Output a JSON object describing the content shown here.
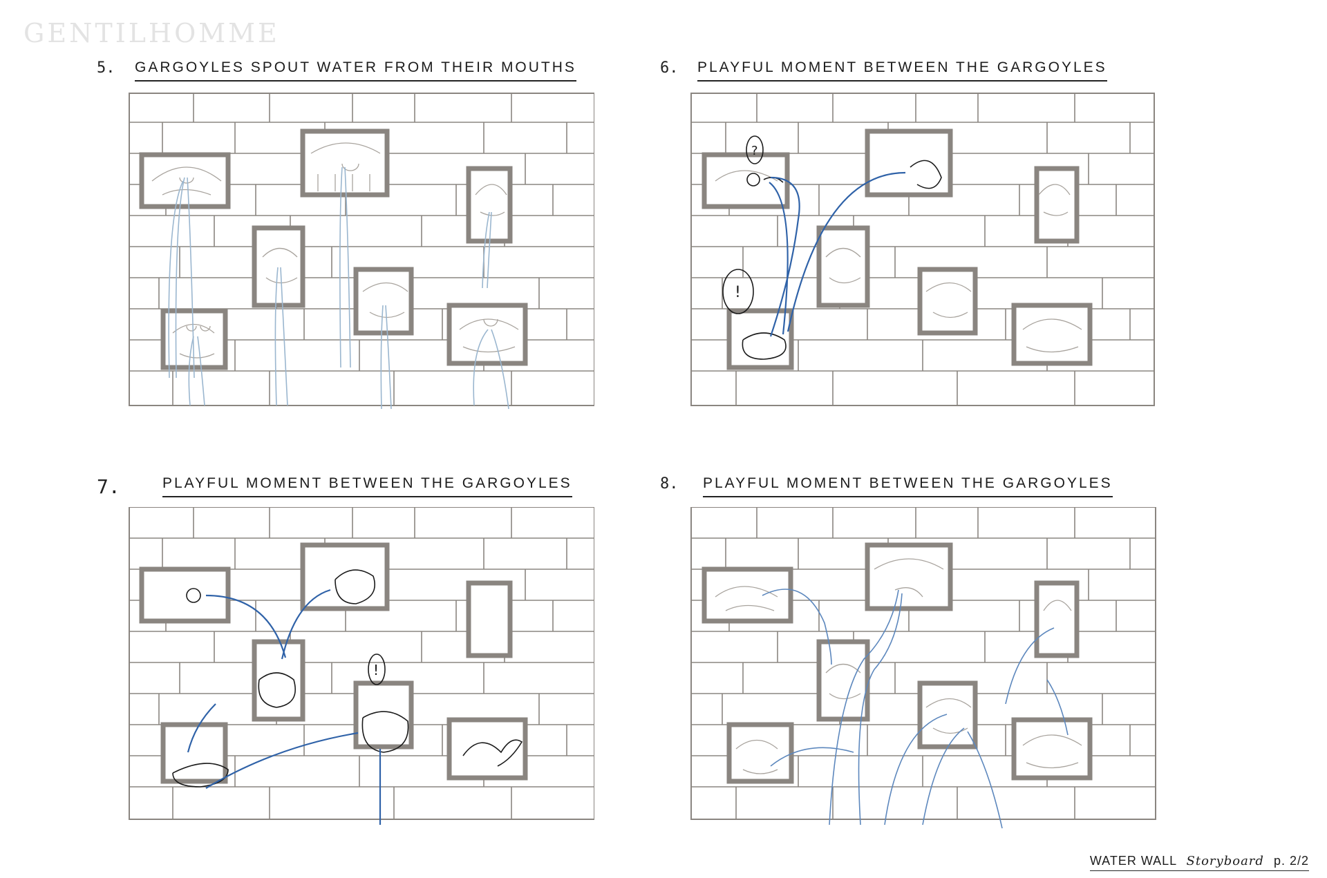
{
  "brand": "GENTILHOMME",
  "panels": [
    {
      "number": "5.",
      "caption": "GARGOYLES SPOUT WATER FROM THEIR MOUTHS"
    },
    {
      "number": "6.",
      "caption": "PLAYFUL MOMENT BETWEEN THE GARGOYLES"
    },
    {
      "number": "7.",
      "caption": "PLAYFUL MOMENT BETWEEN THE GARGOYLES"
    },
    {
      "number": "8.",
      "caption": "PLAYFUL MOMENT BETWEEN THE GARGOYLES"
    }
  ],
  "footer": {
    "title": "WATER WALL",
    "subtitle": "Storyboard",
    "page": "p. 2/2"
  },
  "colors": {
    "stone": "#8a8580",
    "stone_light": "#c9c5c0",
    "water_light": "#9ab6cf",
    "water_dark": "#2f62a8",
    "ink": "#1a1a1a"
  }
}
